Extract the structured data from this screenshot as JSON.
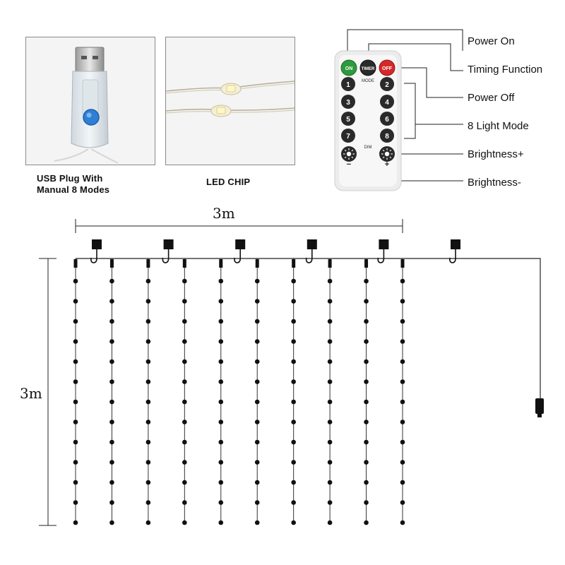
{
  "panels": {
    "usb_caption_line1": "USB Plug With",
    "usb_caption_line2": "Manual 8 Modes",
    "chip_caption": "LED CHIP"
  },
  "remote": {
    "on_label": "ON",
    "timer_label": "TIMER",
    "off_label": "OFF",
    "mode_label": "MODE",
    "dim_label": "DIM",
    "minus_label": "−",
    "plus_label": "+",
    "number_buttons": [
      "1",
      "2",
      "3",
      "4",
      "5",
      "6",
      "7",
      "8"
    ],
    "colors": {
      "on": "#2e9a3e",
      "timer": "#2a2a2a",
      "off": "#d62828",
      "body": "#e9e9e9"
    }
  },
  "legend": {
    "power_on": "Power On",
    "timing_function": "Timing Function",
    "power_off": "Power Off",
    "light_mode": "8 Light Mode",
    "brightness_plus": "Brightness+",
    "brightness_minus": "Brightness-"
  },
  "dimensions": {
    "width_label": "3m",
    "height_label": "3m"
  },
  "curtain": {
    "strand_count": 10,
    "hook_count": 6,
    "led_color": "#111111"
  }
}
